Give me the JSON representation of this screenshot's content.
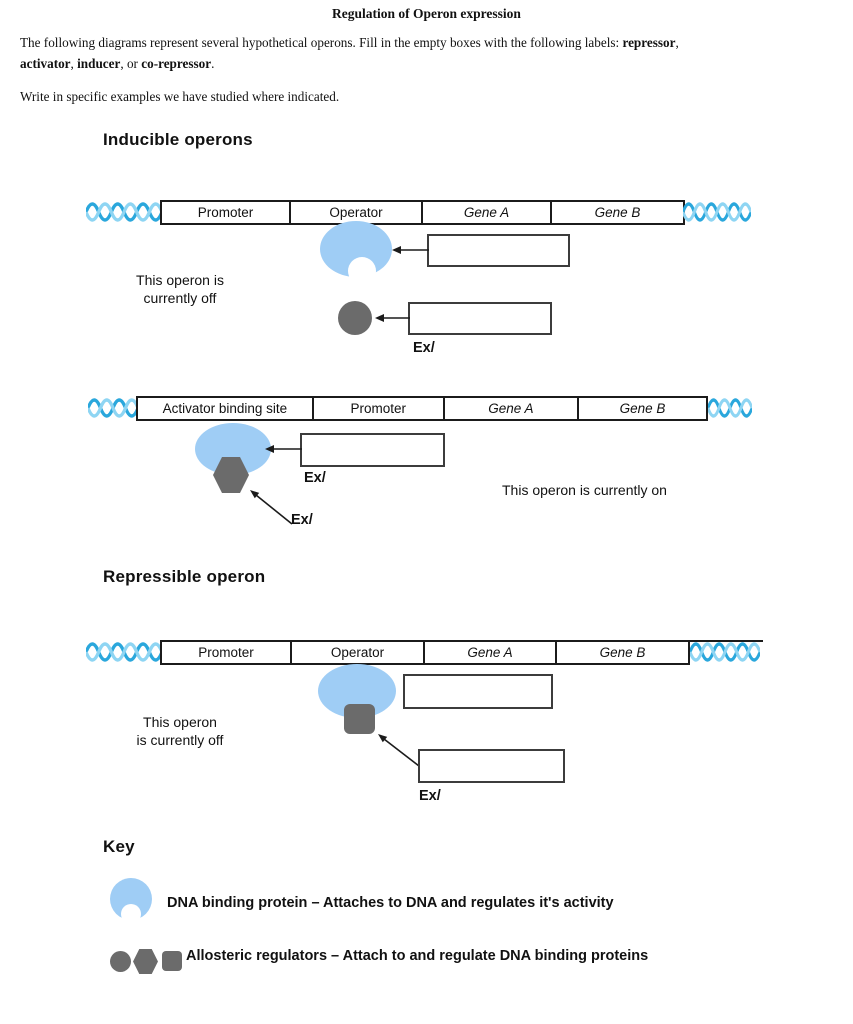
{
  "page": {
    "title": "Regulation of Operon expression"
  },
  "intro": {
    "line1_text": "The following diagrams represent several hypothetical operons. Fill in the empty boxes with the following labels: ",
    "line1_bold": "repressor",
    "line1_tail": ",",
    "line2_bold1": "activator",
    "line2_sep1": ", ",
    "line2_bold2": "inducer",
    "line2_sep2": ", or ",
    "line2_bold3": "co-repressor",
    "line2_tail": ".",
    "instruction2": "Write in specific examples we have studied where indicated."
  },
  "sections": {
    "inducible_heading": "Inducible operons",
    "repressible_heading": "Repressible operon"
  },
  "diagram1": {
    "segments": [
      "Promoter",
      "Operator",
      "Gene A",
      "Gene B"
    ],
    "status_line1": "This operon is",
    "status_line2": "currently off",
    "ex_label": "Ex/",
    "answer_box_values": [
      "",
      ""
    ]
  },
  "diagram2": {
    "segments": [
      "Activator binding site",
      "Promoter",
      "Gene A",
      "Gene B"
    ],
    "status": "This operon is currently on",
    "ex_label1": "Ex/",
    "ex_label2": "Ex/",
    "answer_box_values": [
      ""
    ]
  },
  "diagram3": {
    "segments": [
      "Promoter",
      "Operator",
      "Gene A",
      "Gene B"
    ],
    "status_line1": "This operon",
    "status_line2": "is currently off",
    "ex_label": "Ex/",
    "answer_box_values": [
      "",
      ""
    ]
  },
  "key": {
    "heading": "Key",
    "item1_label": "DNA binding protein – Attaches to DNA and regulates it's activity",
    "item2_label": "Allosteric regulators – Attach to and regulate DNA binding proteins"
  },
  "colors": {
    "dna_binding_protein_blue": "#9FCDF5",
    "allosteric_regulator_gray": "#6B6B6B",
    "helix_blue_dark": "#2AA7DC",
    "helix_blue_light": "#8ED5F3"
  }
}
